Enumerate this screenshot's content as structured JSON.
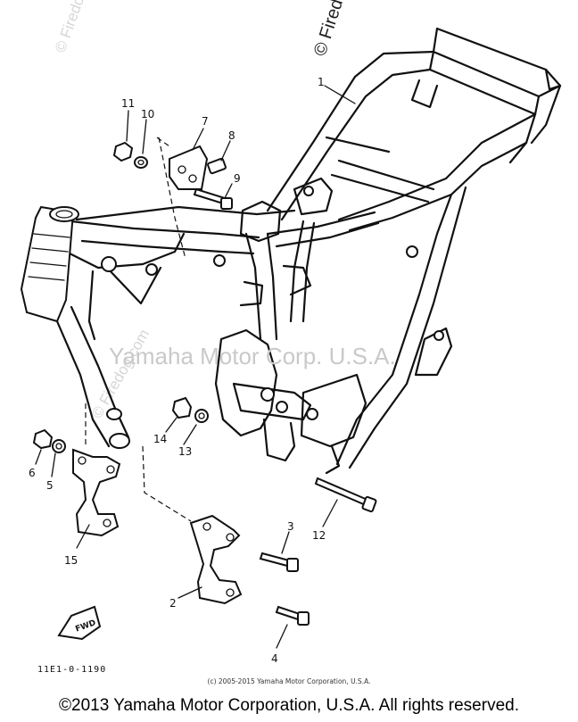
{
  "diagram": {
    "watermark_main": "Yamaha Motor Corp. U.S.A.",
    "watermark_brand": "© Firedog",
    "watermark_faint": "© Firedog.com",
    "part_code": "11E1-0-1190",
    "fwd_label": "FWD",
    "callouts": [
      {
        "id": "1",
        "text": "1"
      },
      {
        "id": "2",
        "text": "2"
      },
      {
        "id": "3",
        "text": "3"
      },
      {
        "id": "4",
        "text": "4"
      },
      {
        "id": "5",
        "text": "5"
      },
      {
        "id": "6",
        "text": "6"
      },
      {
        "id": "7",
        "text": "7"
      },
      {
        "id": "8",
        "text": "8"
      },
      {
        "id": "9",
        "text": "9"
      },
      {
        "id": "10",
        "text": "10"
      },
      {
        "id": "11",
        "text": "11"
      },
      {
        "id": "12",
        "text": "12"
      },
      {
        "id": "13",
        "text": "13"
      },
      {
        "id": "14",
        "text": "14"
      },
      {
        "id": "15",
        "text": "15"
      }
    ]
  },
  "footer": {
    "small_copyright": "(c) 2005-2015 Yamaha Motor Corporation, U.S.A.",
    "big_copyright": "©2013 Yamaha Motor Corporation, U.S.A. All rights reserved."
  }
}
